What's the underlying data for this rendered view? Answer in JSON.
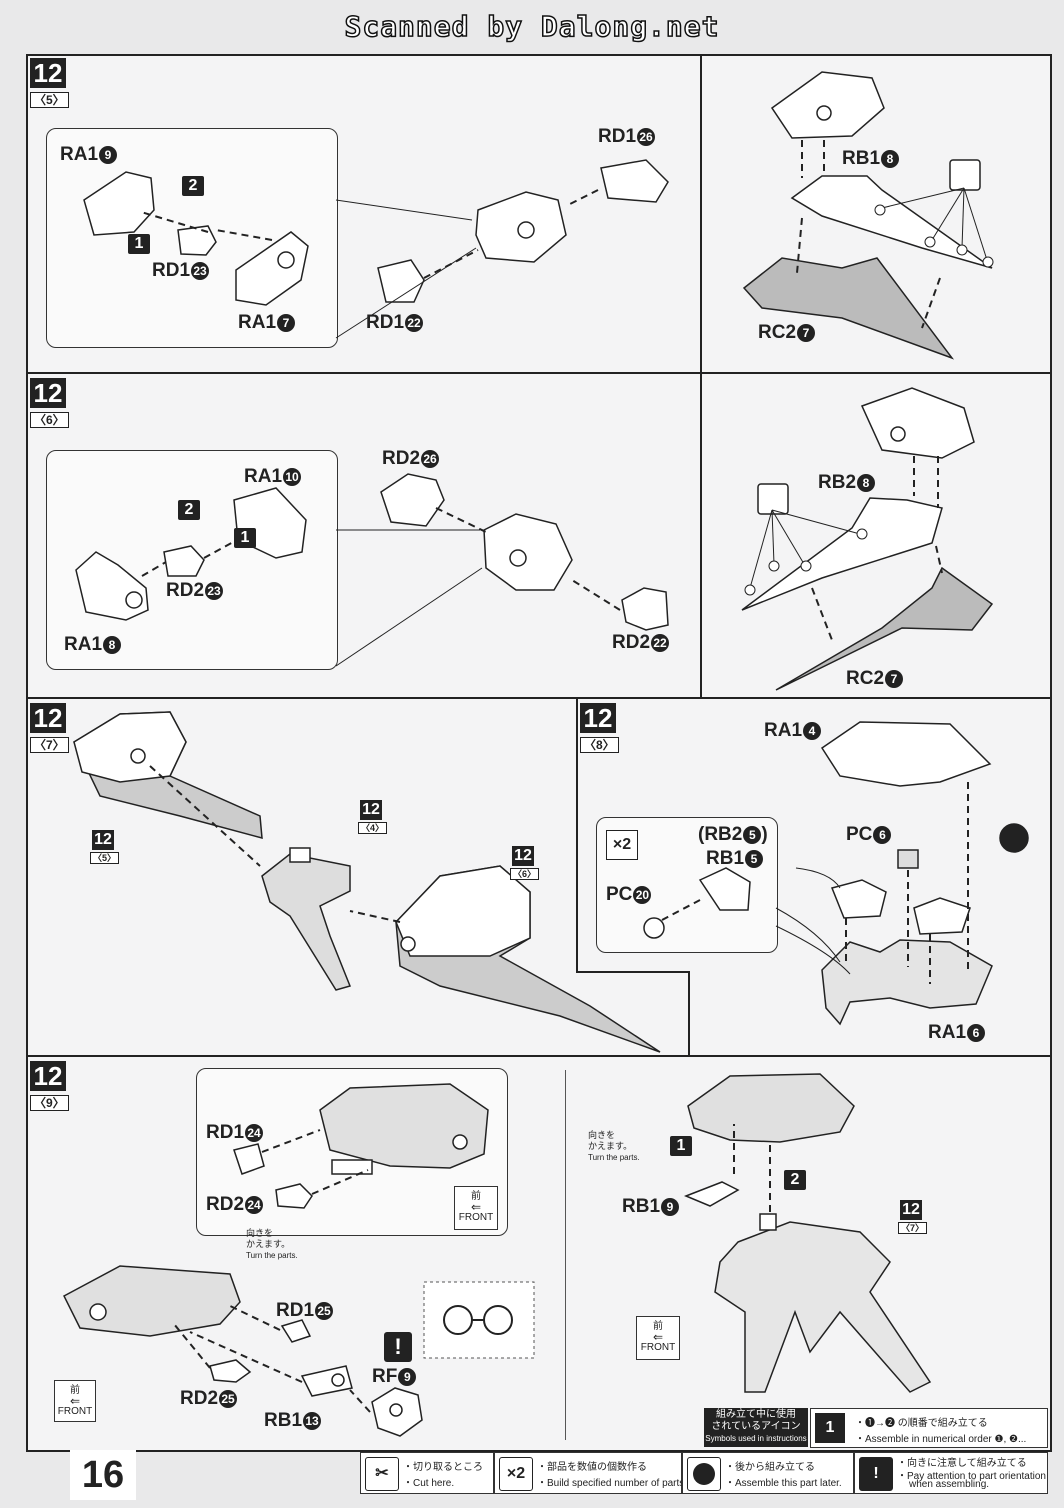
{
  "header": {
    "title": "Scanned by Dalong.net"
  },
  "page_number": "16",
  "steps": [
    {
      "num": "12",
      "sub": "〈5〉"
    },
    {
      "num": "12",
      "sub": "〈6〉"
    },
    {
      "num": "12",
      "sub": "〈7〉"
    },
    {
      "num": "12",
      "sub": "〈8〉"
    },
    {
      "num": "12",
      "sub": "〈9〉"
    }
  ],
  "s5": {
    "ra1_9": "RA1",
    "ra1_9n": "9",
    "rd1_23": "RD1",
    "rd1_23n": "23",
    "ra1_7": "RA1",
    "ra1_7n": "7",
    "rd1_26": "RD1",
    "rd1_26n": "26",
    "rd1_22": "RD1",
    "rd1_22n": "22",
    "rb1_8": "RB1",
    "rb1_8n": "8",
    "rc2_7": "RC2",
    "rc2_7n": "7",
    "o1": "1",
    "o2": "2"
  },
  "s6": {
    "ra1_10": "RA1",
    "ra1_10n": "10",
    "rd2_23": "RD2",
    "rd2_23n": "23",
    "ra1_8": "RA1",
    "ra1_8n": "8",
    "rd2_26": "RD2",
    "rd2_26n": "26",
    "rd2_22": "RD2",
    "rd2_22n": "22",
    "rb2_8": "RB2",
    "rb2_8n": "8",
    "rc2_7": "RC2",
    "rc2_7n": "7",
    "o1": "1",
    "o2": "2"
  },
  "s7": {
    "ref5_num": "12",
    "ref5_sub": "〈5〉",
    "ref4_num": "12",
    "ref4_sub": "〈4〉",
    "ref6_num": "12",
    "ref6_sub": "〈6〉"
  },
  "s8": {
    "ra1_4": "RA1",
    "ra1_4n": "4",
    "pc_6": "PC",
    "pc_6n": "6",
    "x2": "×2",
    "rb2_5": "(RB2",
    "rb2_5n": "5",
    "rb2_close": ")",
    "rb1_5": "RB1",
    "rb1_5n": "5",
    "pc_20": "PC",
    "pc_20n": "20",
    "ra1_6": "RA1",
    "ra1_6n": "6"
  },
  "s9": {
    "rd1_24": "RD1",
    "rd1_24n": "24",
    "rd2_24": "RD2",
    "rd2_24n": "24",
    "front_jp": "前",
    "front_en": "FRONT",
    "turn_jp1": "向きを",
    "turn_jp2": "かえます。",
    "turn_en": "Turn the parts.",
    "rd1_25": "RD1",
    "rd1_25n": "25",
    "rd2_25": "RD2",
    "rd2_25n": "25",
    "rb1_13": "RB1",
    "rb1_13n": "13",
    "rf_9": "RF",
    "rf_9n": "9",
    "excl": "!",
    "r_turn_jp1": "向きを",
    "r_turn_jp2": "かえます。",
    "r_turn_en": "Turn the parts.",
    "rb1_9": "RB1",
    "rb1_9n": "9",
    "o1": "1",
    "o2": "2",
    "ref7_num": "12",
    "ref7_sub": "〈7〉"
  },
  "legend": {
    "title_jp1": "組み立て中に使用",
    "title_jp2": "されているアイコン",
    "title_en": "Symbols used in instructions",
    "order_jp": "・❶→❷ の順番で組み立てる",
    "order_en": "・Assemble in numerical order ❶, ❷...",
    "cut_jp": "・切り取るところ",
    "cut_en": "・Cut here.",
    "x2_icon": "×2",
    "x2_jp": "・部品を数値の個数作る",
    "x2_en": "・Build specified number of parts.",
    "later_jp": "・後から組み立てる",
    "later_en": "・Assemble this part later.",
    "excl_icon": "!",
    "att_jp": "・向きに注意して組み立てる",
    "att_en1": "・Pay attention to part orientation",
    "att_en2": "when assembling."
  }
}
